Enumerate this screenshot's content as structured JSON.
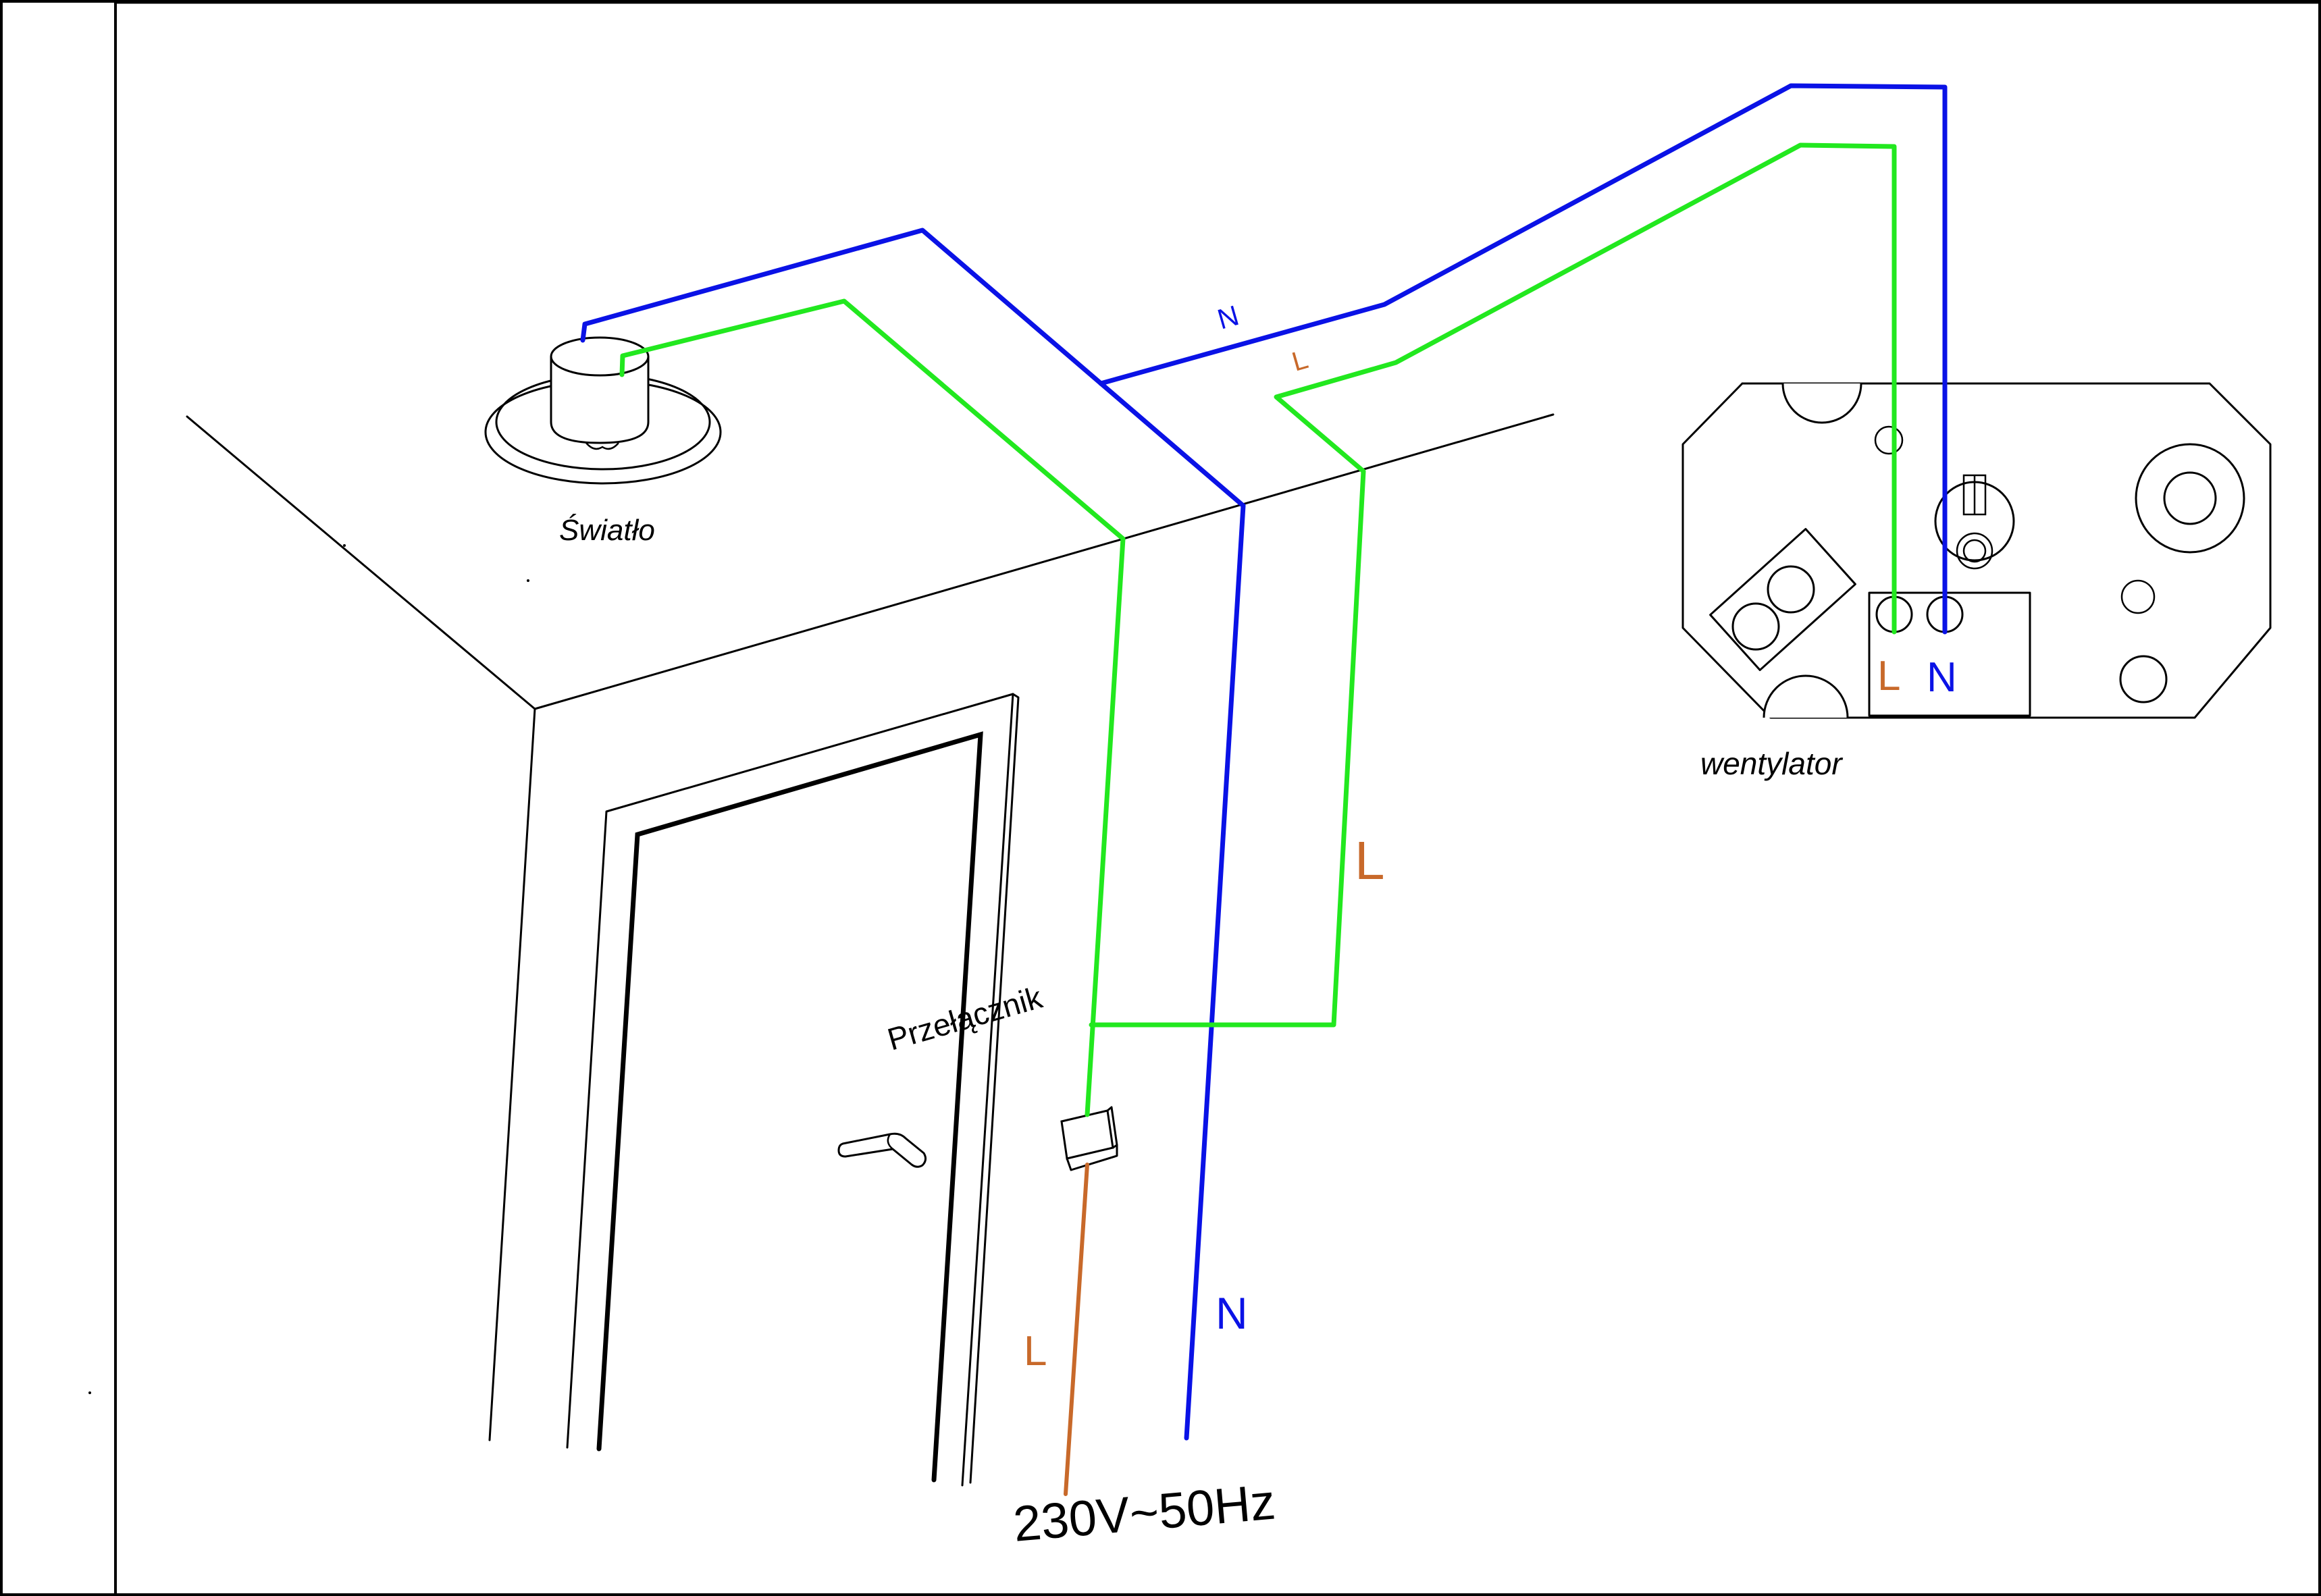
{
  "labels": {
    "light": "Światło",
    "fan": "wentylator",
    "switch": "Przełącznik",
    "supply": "230V~50Hz",
    "wire_n_top": "N",
    "wire_l_top": "L",
    "wire_l_side": "L",
    "wire_l_bottom": "L",
    "wire_n_bottom": "N",
    "terminal_l": "L",
    "terminal_n": "N"
  },
  "colors": {
    "neutral": "#0a12e6",
    "live": "#22e81f",
    "supply_live": "#c8692a",
    "label_brown": "#c8692a",
    "label_blue": "#0a12e6"
  }
}
